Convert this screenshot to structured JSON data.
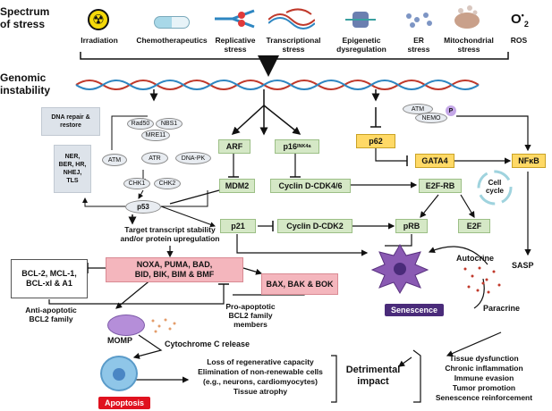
{
  "header": {
    "spectrum_title_1": "Spectrum",
    "spectrum_title_2": "of stress",
    "genomic_title_1": "Genomic",
    "genomic_title_2": "instability"
  },
  "stressors": [
    {
      "label_1": "Irradiation",
      "label_2": ""
    },
    {
      "label_1": "Chemotherapeutics",
      "label_2": ""
    },
    {
      "label_1": "Replicative",
      "label_2": "stress"
    },
    {
      "label_1": "Transcriptional",
      "label_2": "stress"
    },
    {
      "label_1": "Epigenetic",
      "label_2": "dysregulation"
    },
    {
      "label_1": "ER",
      "label_2": "stress"
    },
    {
      "label_1": "Mitochondrial",
      "label_2": "stress"
    },
    {
      "label_1": "ROS",
      "label_2": ""
    }
  ],
  "ros_symbol": "O",
  "ros_sup": "•",
  "ros_sub": "2",
  "repair": {
    "restore_1": "DNA repair &",
    "restore_2": "restore",
    "path_1": "NER,",
    "path_2": "BER, HR,",
    "path_3": "NHEJ,",
    "path_4": "TLS"
  },
  "proteins": {
    "rad50": "Rad50",
    "nbs1": "NBS1",
    "mre11": "MRE11",
    "atm": "ATM",
    "atr": "ATR",
    "dnapk": "DNA-PK",
    "chk1": "CHK1",
    "chk2": "CHK2",
    "p53": "p53",
    "atm_nfkb": "ATM",
    "nemo": "NEMO",
    "p_mark": "P"
  },
  "nodes": {
    "arf": "ARF",
    "p16": "p16",
    "p16_sup": "INK4a",
    "mdm2": "MDM2",
    "cycd_cdk46": "Cyclin D-CDK4/6",
    "p62": "p62",
    "gata4": "GATA4",
    "nfkb": "NFκB",
    "e2frb": "E2F-RB",
    "cell_cycle_1": "Cell",
    "cell_cycle_2": "cycle",
    "p21": "p21",
    "cycd_cdk2": "Cyclin D-CDK2",
    "prb": "pRB",
    "e2f": "E2F"
  },
  "texts": {
    "target_1": "Target transcript stability",
    "target_2": "and/or protein upregulation",
    "bh3_1": "NOXA, PUMA, BAD,",
    "bh3_2": "BID, BIK, BIM & BMF",
    "anti_1": "BCL-2, MCL-1,",
    "anti_2": "BCL-xl & A1",
    "anti_cap_1": "Anti-apoptotic",
    "anti_cap_2": "BCL2 family",
    "pro": "BAX, BAK & BOK",
    "pro_cap_1": "Pro-apoptotic",
    "pro_cap_2": "BCL2 family",
    "pro_cap_3": "members",
    "momp": "MOMP",
    "cytc": "Cytochrome C release",
    "apoptosis": "Apoptosis",
    "senescence": "Senescence",
    "autocrine": "Autocrine",
    "paracrine": "Paracrine",
    "sasp": "SASP",
    "loss_1": "Loss of regenerative capacity",
    "loss_2": "Elimination of non-renewable cells",
    "loss_3": "(e.g., neurons, cardiomyocytes)",
    "loss_4": "Tissue atrophy",
    "detr_1": "Detrimental",
    "detr_2": "impact",
    "out_1": "Tissue dysfunction",
    "out_2": "Chronic inflammation",
    "out_3": "Immune evasion",
    "out_4": "Tumor promotion",
    "out_5": "Senescence reinforcement"
  },
  "colors": {
    "green": "#d5e8c6",
    "yellow": "#ffd966",
    "pink": "#f4b6bd",
    "senescence": "#4a2b7a",
    "apoptosis": "#e0121f",
    "dna_red": "#c0392b",
    "dna_blue": "#2e86c1"
  }
}
